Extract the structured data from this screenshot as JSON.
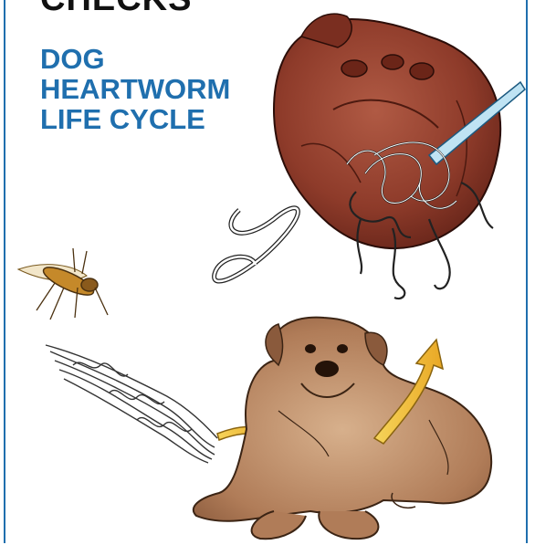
{
  "header": {
    "partial_title": "CHECKS",
    "title_lines": [
      "DOG",
      "HEARTWORM",
      "LIFE CYCLE"
    ]
  },
  "colors": {
    "title_blue": "#1f6fae",
    "heart_red": "#8e3b2a",
    "dog_brown": "#b07c58",
    "arrow_yellow": "#f3bf3a"
  },
  "icons": [
    "heart-illustration",
    "heartworm-illustration",
    "mosquito-illustration",
    "microfilariae-illustration",
    "dog-illustration",
    "arrow-icon"
  ]
}
